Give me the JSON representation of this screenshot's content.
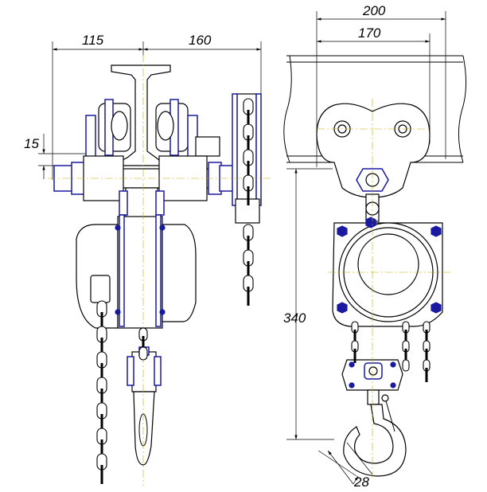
{
  "drawing": {
    "left_view": {
      "dim_left": "115",
      "dim_right": "160",
      "dim_gap": "15"
    },
    "right_view": {
      "dim_outer": "200",
      "dim_inner": "170",
      "dim_height": "340",
      "dim_hook": "28"
    }
  }
}
